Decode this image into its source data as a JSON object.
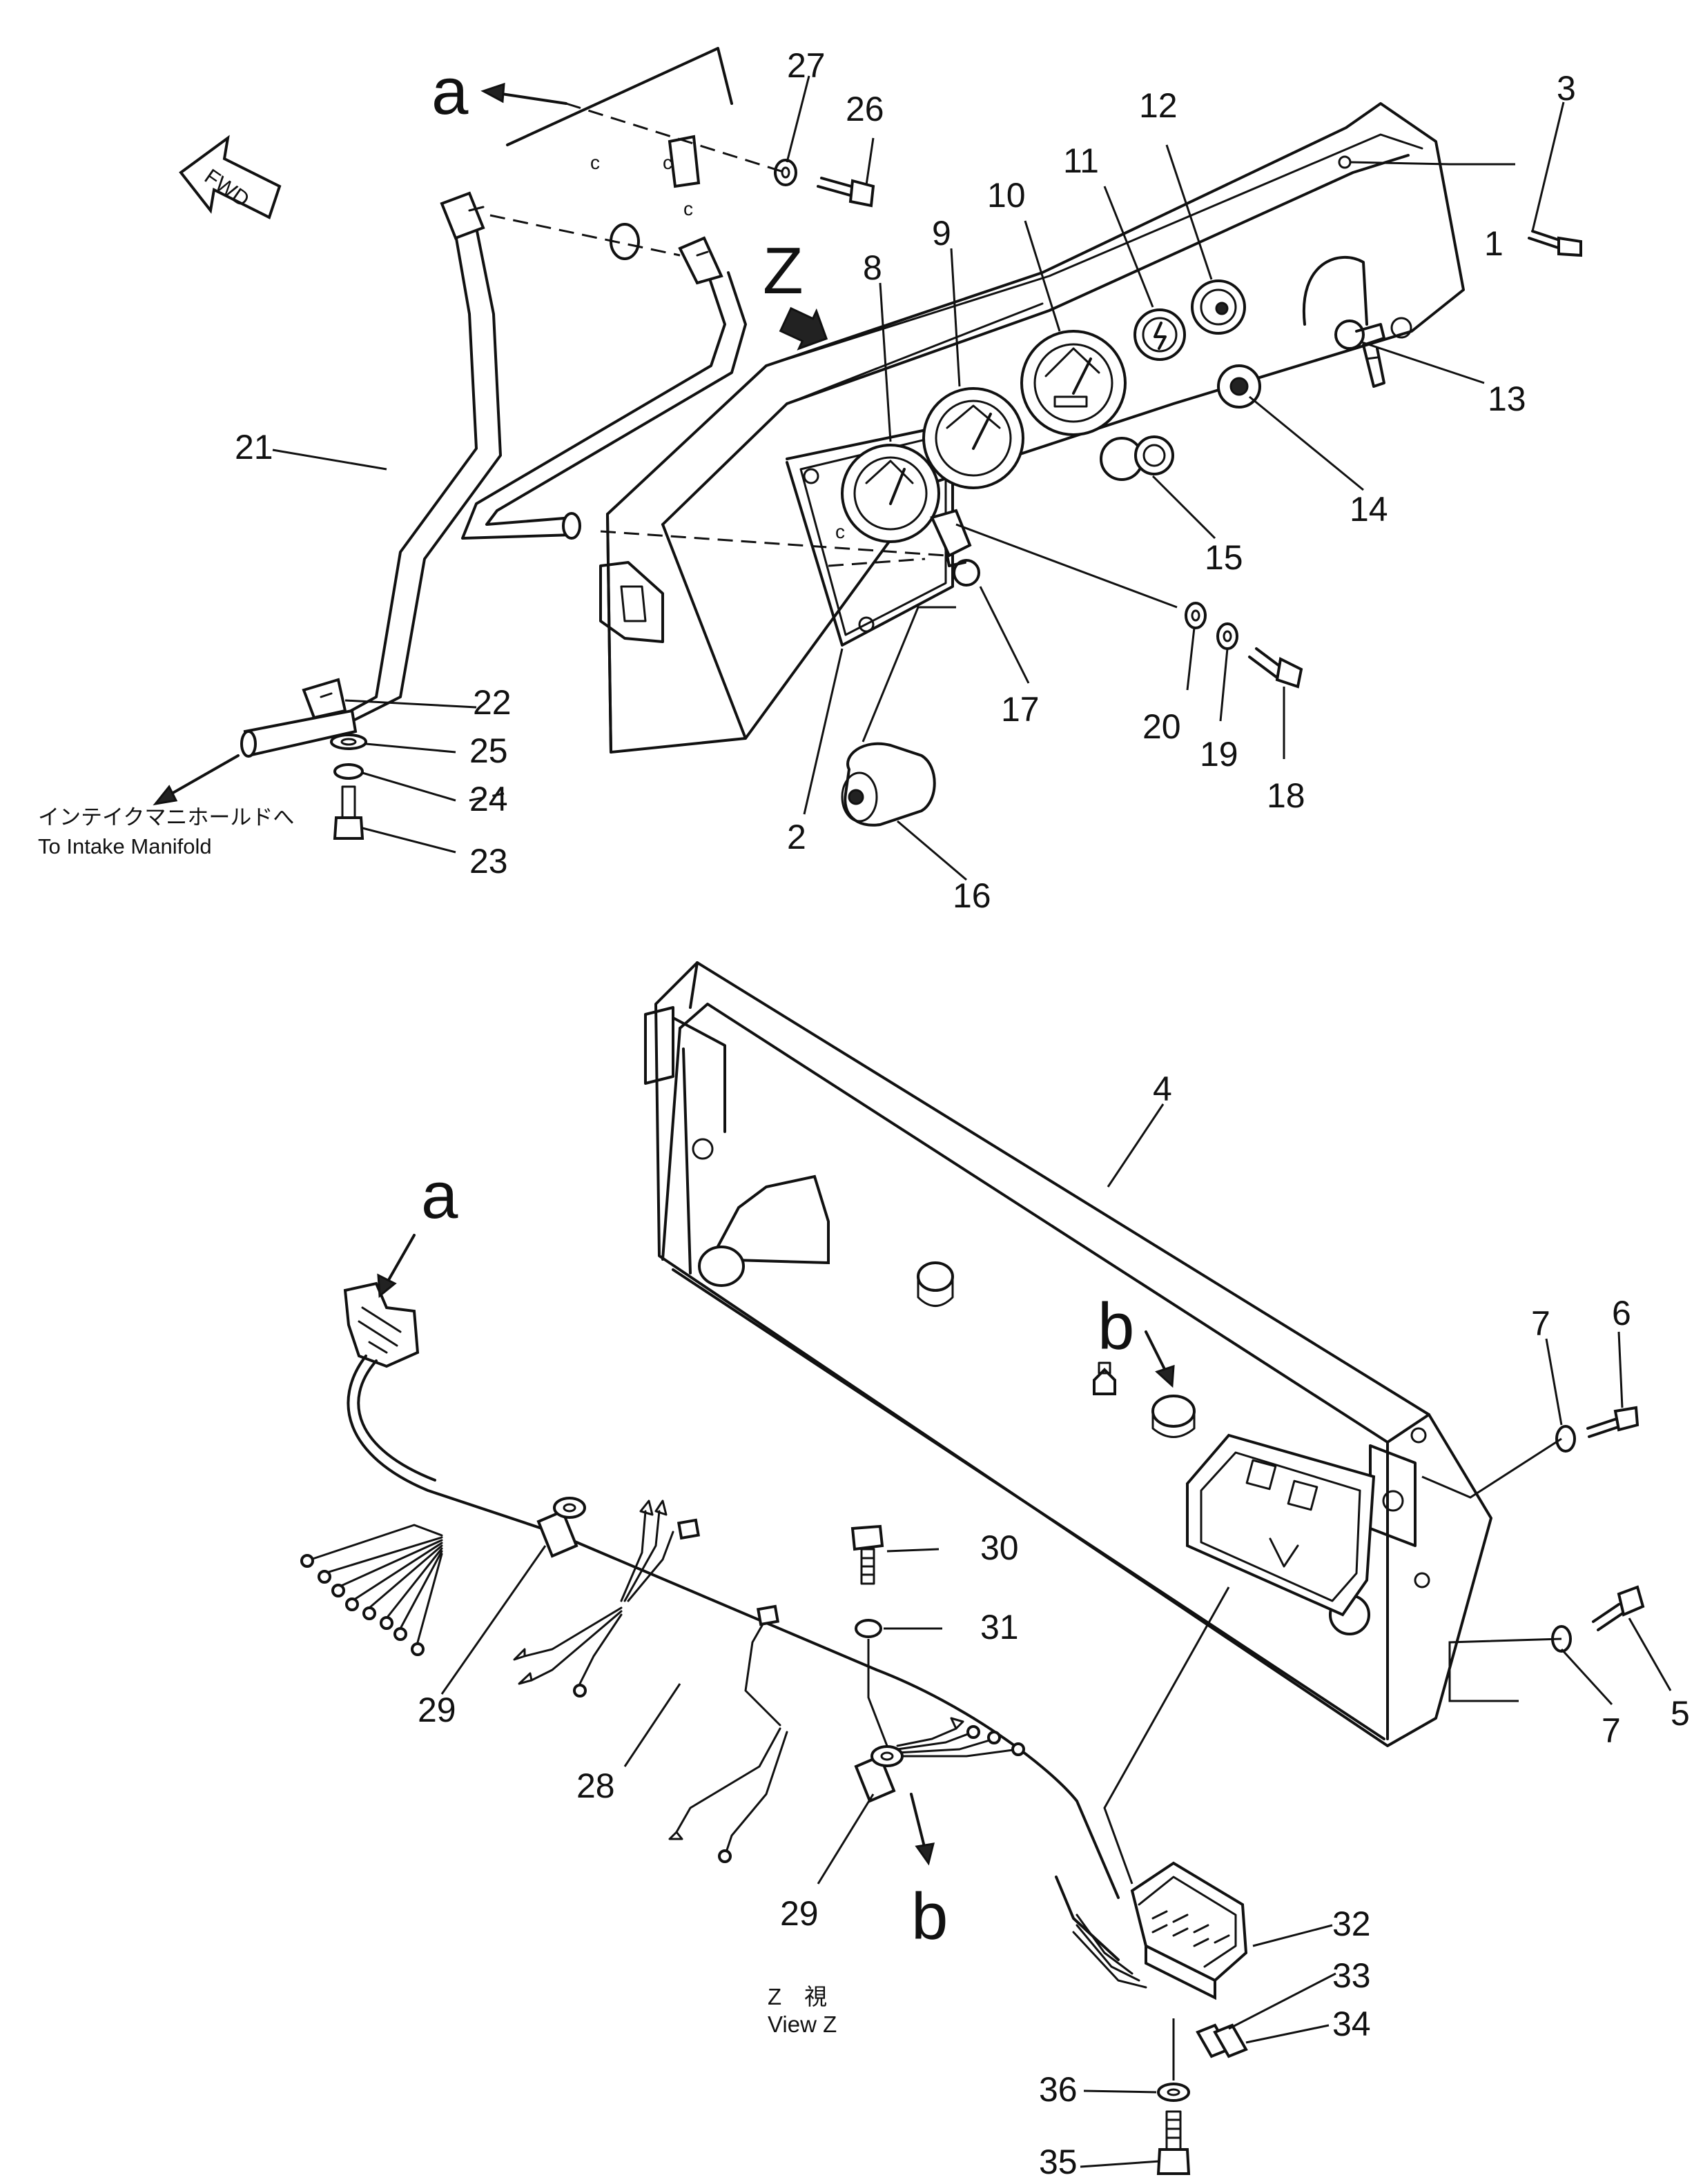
{
  "callouts": {
    "p1": "1",
    "p2": "2",
    "p3": "3",
    "p4": "4",
    "p5": "5",
    "p6": "6",
    "p7a": "7",
    "p7b": "7",
    "p8": "8",
    "p9": "9",
    "p10": "10",
    "p11": "11",
    "p12": "12",
    "p13": "13",
    "p14": "14",
    "p15": "15",
    "p16": "16",
    "p17": "17",
    "p18": "18",
    "p19": "19",
    "p20": "20",
    "p21": "21",
    "p22": "22",
    "p23": "23",
    "p24": "24",
    "p25": "25",
    "p26": "26",
    "p27": "27",
    "p28": "28",
    "p29a": "29",
    "p29b": "29",
    "p30": "30",
    "p31": "31",
    "p32": "32",
    "p33": "33",
    "p34": "34",
    "p35": "35",
    "p36": "36"
  },
  "refs": {
    "a_top": "a",
    "a_bottom": "a",
    "b_top": "b",
    "b_bottom": "b",
    "z_mark": "Z",
    "c1": "c",
    "c2": "c",
    "c3": "c",
    "c4": "c"
  },
  "fwd_label": "FWD",
  "intake_note_jp": "インテイクマニホールドへ",
  "intake_note_en": "To Intake Manifold",
  "view_jp": "Z　視",
  "view_en": "View Z"
}
